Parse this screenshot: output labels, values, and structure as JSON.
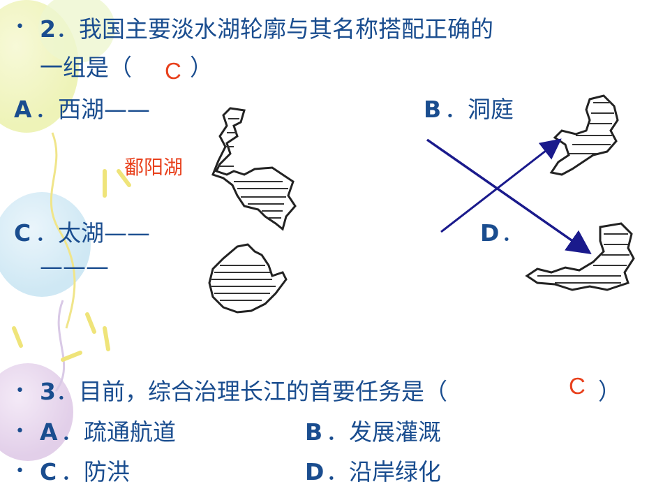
{
  "q2": {
    "number": "2",
    "stem_line1": "．我国主要淡水湖轮廓与其名称搭配正确的",
    "stem_line2": "一组是（",
    "answer": "C",
    "close_paren": "）",
    "options": [
      {
        "letter": "A",
        "text": "．西湖——"
      },
      {
        "letter": "B",
        "text": "．洞庭"
      },
      {
        "letter": "C",
        "text": "．太湖——"
      },
      {
        "letter": "D",
        "text": "．"
      }
    ],
    "option_c_wrap": "———",
    "annotation_red": "鄱阳湖"
  },
  "q3": {
    "number": "3",
    "stem": "．目前，综合治理长江的首要任务是（",
    "answer": "C",
    "close_paren": "）",
    "options": [
      {
        "letter": "A",
        "text": "．疏通航道"
      },
      {
        "letter": "B",
        "text": "．发展灌溉"
      },
      {
        "letter": "C",
        "text": "．防洪"
      },
      {
        "letter": "D",
        "text": "．沿岸绿化"
      }
    ]
  },
  "colors": {
    "text": "#1a4d8f",
    "answer": "#e8401c",
    "arrow": "#1a1a8c"
  }
}
